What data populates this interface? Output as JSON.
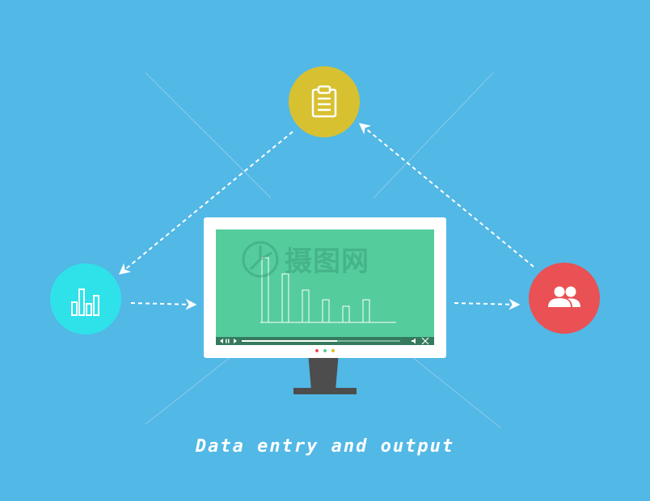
{
  "caption": "Data entry and output",
  "watermark": "摄图网",
  "icons": {
    "top": "clipboard-icon",
    "left": "bar-chart-icon",
    "right": "users-icon"
  },
  "colors": {
    "background": "#52b8e6",
    "clipboard_node": "#d7c131",
    "chart_node": "#2fe2ea",
    "users_node": "#e95154",
    "screen": "#55cc9c",
    "stand": "#4d4d4d"
  },
  "screen_chart": {
    "values": [
      10,
      7.5,
      5,
      3.5,
      2.5,
      3.5
    ]
  },
  "player": {
    "progress": 0.6
  }
}
